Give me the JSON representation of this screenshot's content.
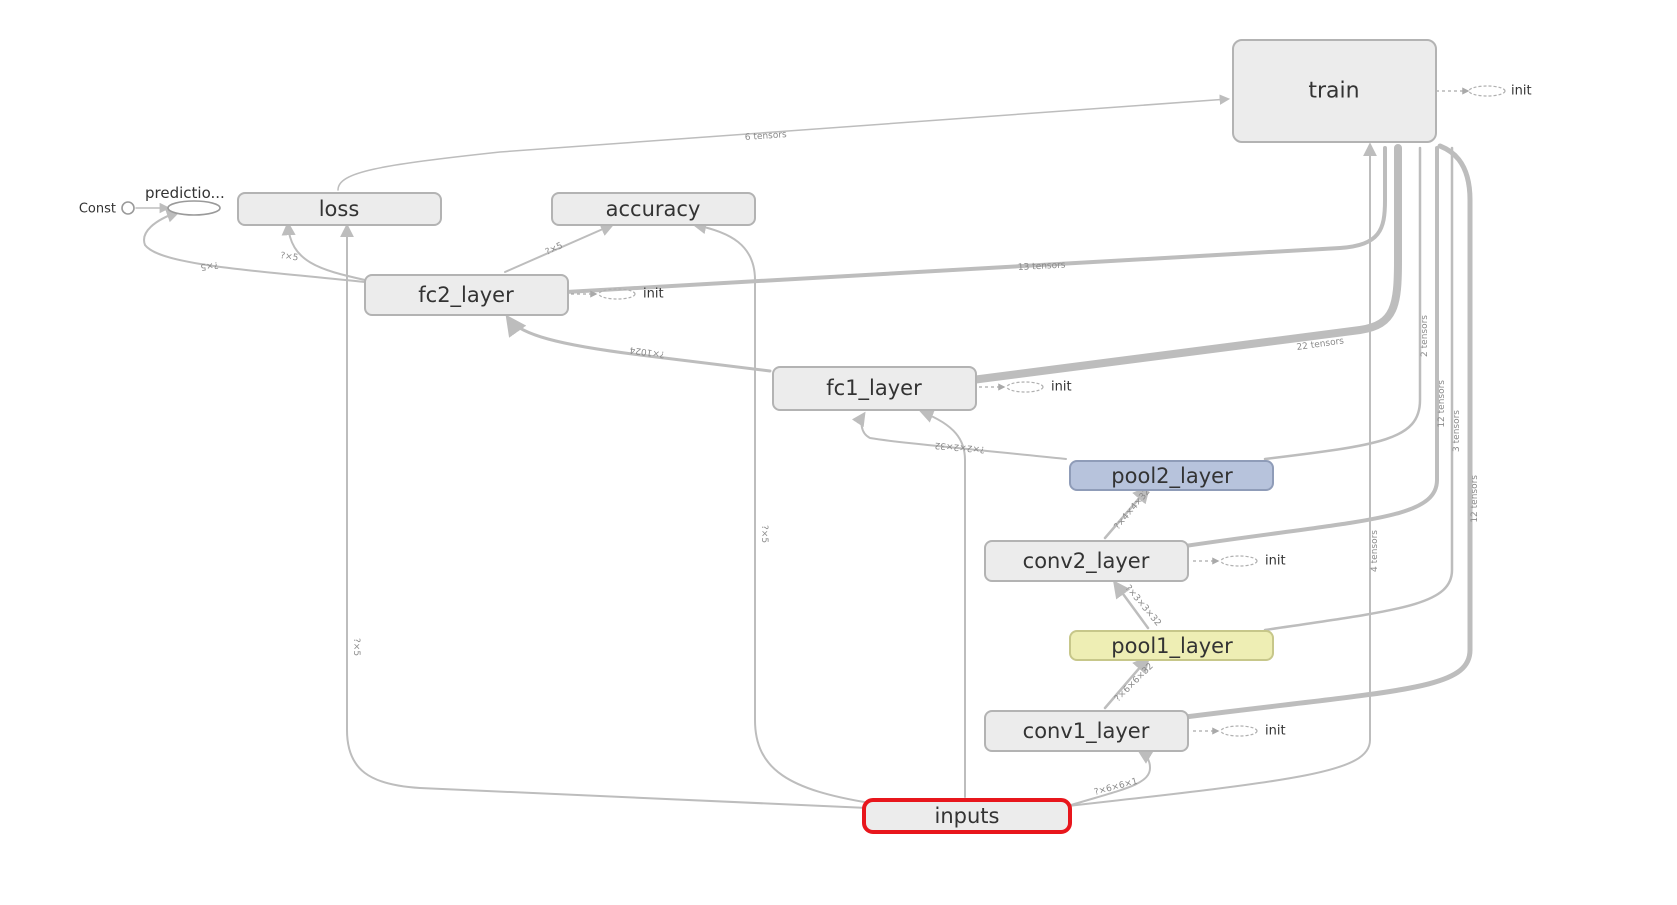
{
  "colors": {
    "node_fill": "#ececec",
    "node_stroke": "#b3b3b3",
    "edge": "#bdbdbd",
    "pool2_fill": "#b7c3dc",
    "pool2_stroke": "#8f9cb8",
    "pool1_fill": "#eeeeb4",
    "pool1_stroke": "#c7c78a",
    "selected_stroke": "#e8161c"
  },
  "nodes": {
    "train": "train",
    "loss": "loss",
    "accuracy": "accuracy",
    "fc2": "fc2_layer",
    "fc1": "fc1_layer",
    "pool2": "pool2_layer",
    "conv2": "conv2_layer",
    "pool1": "pool1_layer",
    "conv1": "conv1_layer",
    "inputs": "inputs",
    "const": "Const",
    "prediction": "predictio..."
  },
  "aux": {
    "init": "init"
  },
  "edge_labels": {
    "loss_train": "6 tensors",
    "fc2_train": "13 tensors",
    "fc1_train": "22 tensors",
    "pool2_train": "2 tensors",
    "conv2_train": "12 tensors",
    "pool1_train": "3 tensors",
    "conv1_train": "12 tensors",
    "inputs_train": "4 tensors",
    "fc2_accuracy": "?×5",
    "fc2_loss": "?×5",
    "fc2_pred": "?×5",
    "fc1_fc2": "?×1024",
    "pool2_fc1": "?×2×2×32",
    "conv2_pool2": "?×4×4×32",
    "pool1_conv2": "?×3×3×32",
    "conv1_pool1": "?×6×6×32",
    "inputs_conv1": "?×6×6×1",
    "inputs_accuracy": "?×5",
    "inputs_loss": "?×5"
  }
}
